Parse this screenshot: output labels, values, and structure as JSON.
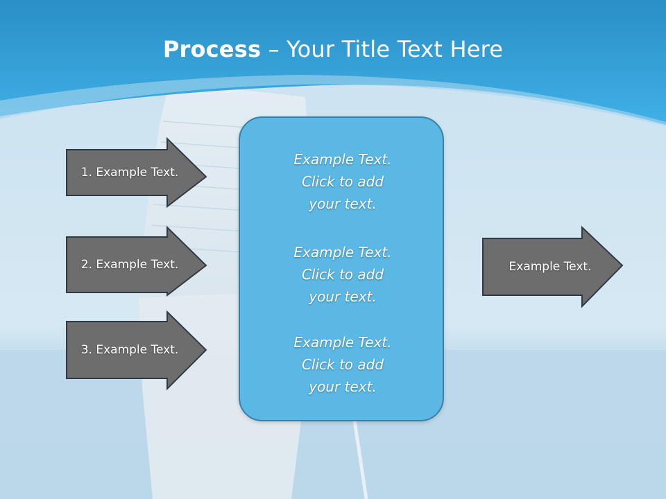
{
  "slide": {
    "title_bold": "Process",
    "title_rest": " – Your Title Text Here"
  },
  "inputs": [
    {
      "label": "1. Example Text."
    },
    {
      "label": "2. Example Text."
    },
    {
      "label": "3. Example Text."
    }
  ],
  "process_box": {
    "paragraphs": [
      {
        "lines": [
          "Example Text.",
          "Click  to add",
          "your text."
        ]
      },
      {
        "lines": [
          "Example Text.",
          "Click  to add",
          "your text."
        ]
      },
      {
        "lines": [
          "Example Text.",
          "Click  to add",
          "your text."
        ]
      }
    ]
  },
  "output": {
    "label": "Example Text."
  },
  "colors": {
    "header_blue": "#2f9fd6",
    "box_fill": "#5bb7e4",
    "arrow_fill": "#6d6d6d",
    "arrow_stroke": "#2f3a44"
  }
}
